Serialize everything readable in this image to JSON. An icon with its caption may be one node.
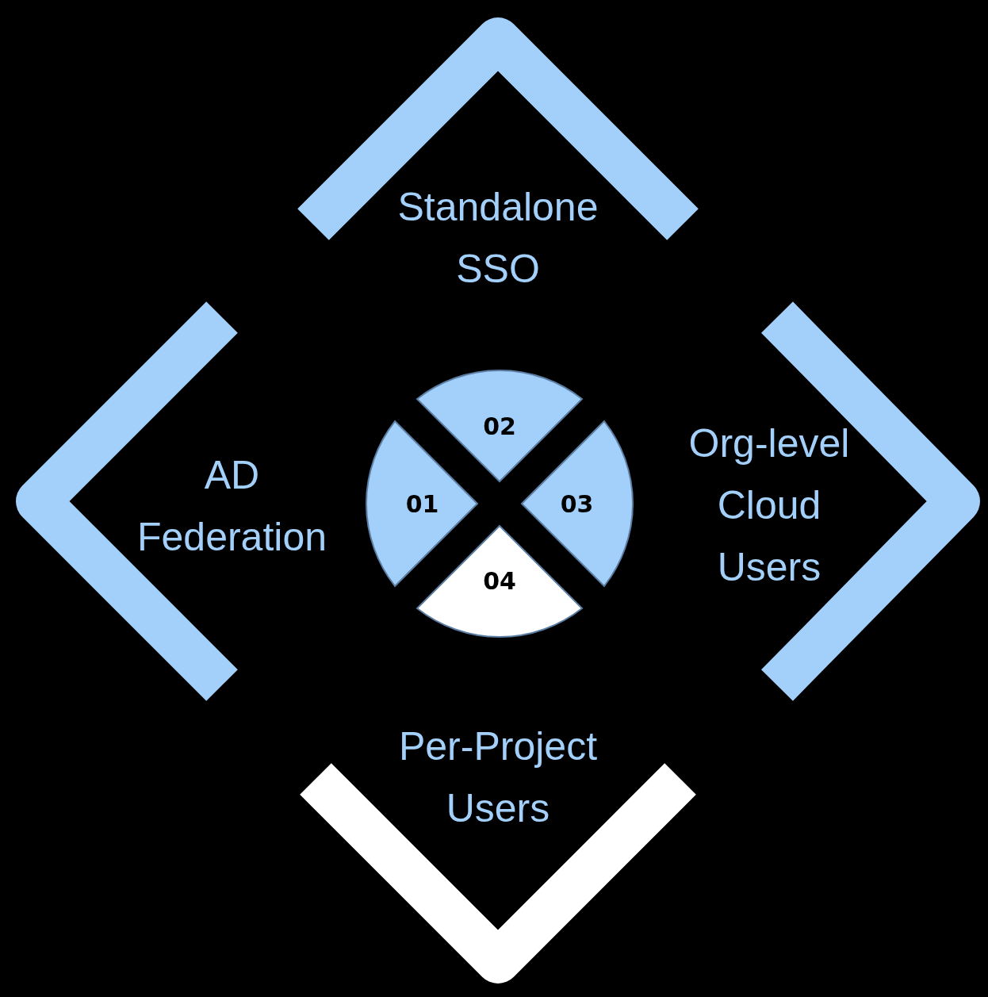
{
  "diagram": {
    "nodes": [
      {
        "text": [
          "Standalone SSO"
        ]
      },
      {
        "text": [
          "AD Federation"
        ]
      },
      {
        "text": [
          "Org-level Cloud Users"
        ]
      },
      {
        "text": [
          "Per-Project Users"
        ]
      },
      {
        "text": [
          "01"
        ]
      },
      {
        "text": [
          "02"
        ]
      },
      {
        "text": [
          "03"
        ]
      },
      {
        "text": [
          "04"
        ]
      }
    ]
  }
}
